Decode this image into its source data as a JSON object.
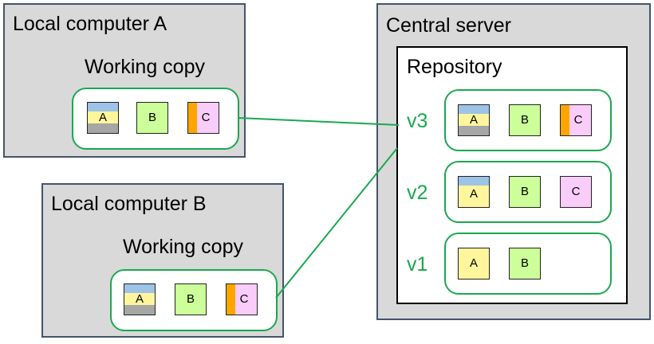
{
  "computer_a": {
    "title": "Local computer A",
    "working_copy_label": "Working copy"
  },
  "computer_b": {
    "title": "Local computer B",
    "working_copy_label": "Working copy"
  },
  "server": {
    "title": "Central server",
    "repository_label": "Repository"
  },
  "files": {
    "a": "A",
    "b": "B",
    "c": "C"
  },
  "versions": {
    "v3": "v3",
    "v2": "v2",
    "v1": "v1"
  },
  "colors": {
    "panel_bg": "#d9d9d9",
    "panel_border": "#44546a",
    "group_border": "#1aa84f",
    "file_yellow": "#fff59d",
    "file_blue": "#9dc3e6",
    "file_gray": "#a6a6a6",
    "file_green": "#ccff99",
    "file_pink": "#f9ccf9",
    "file_orange": "#ffa500"
  }
}
